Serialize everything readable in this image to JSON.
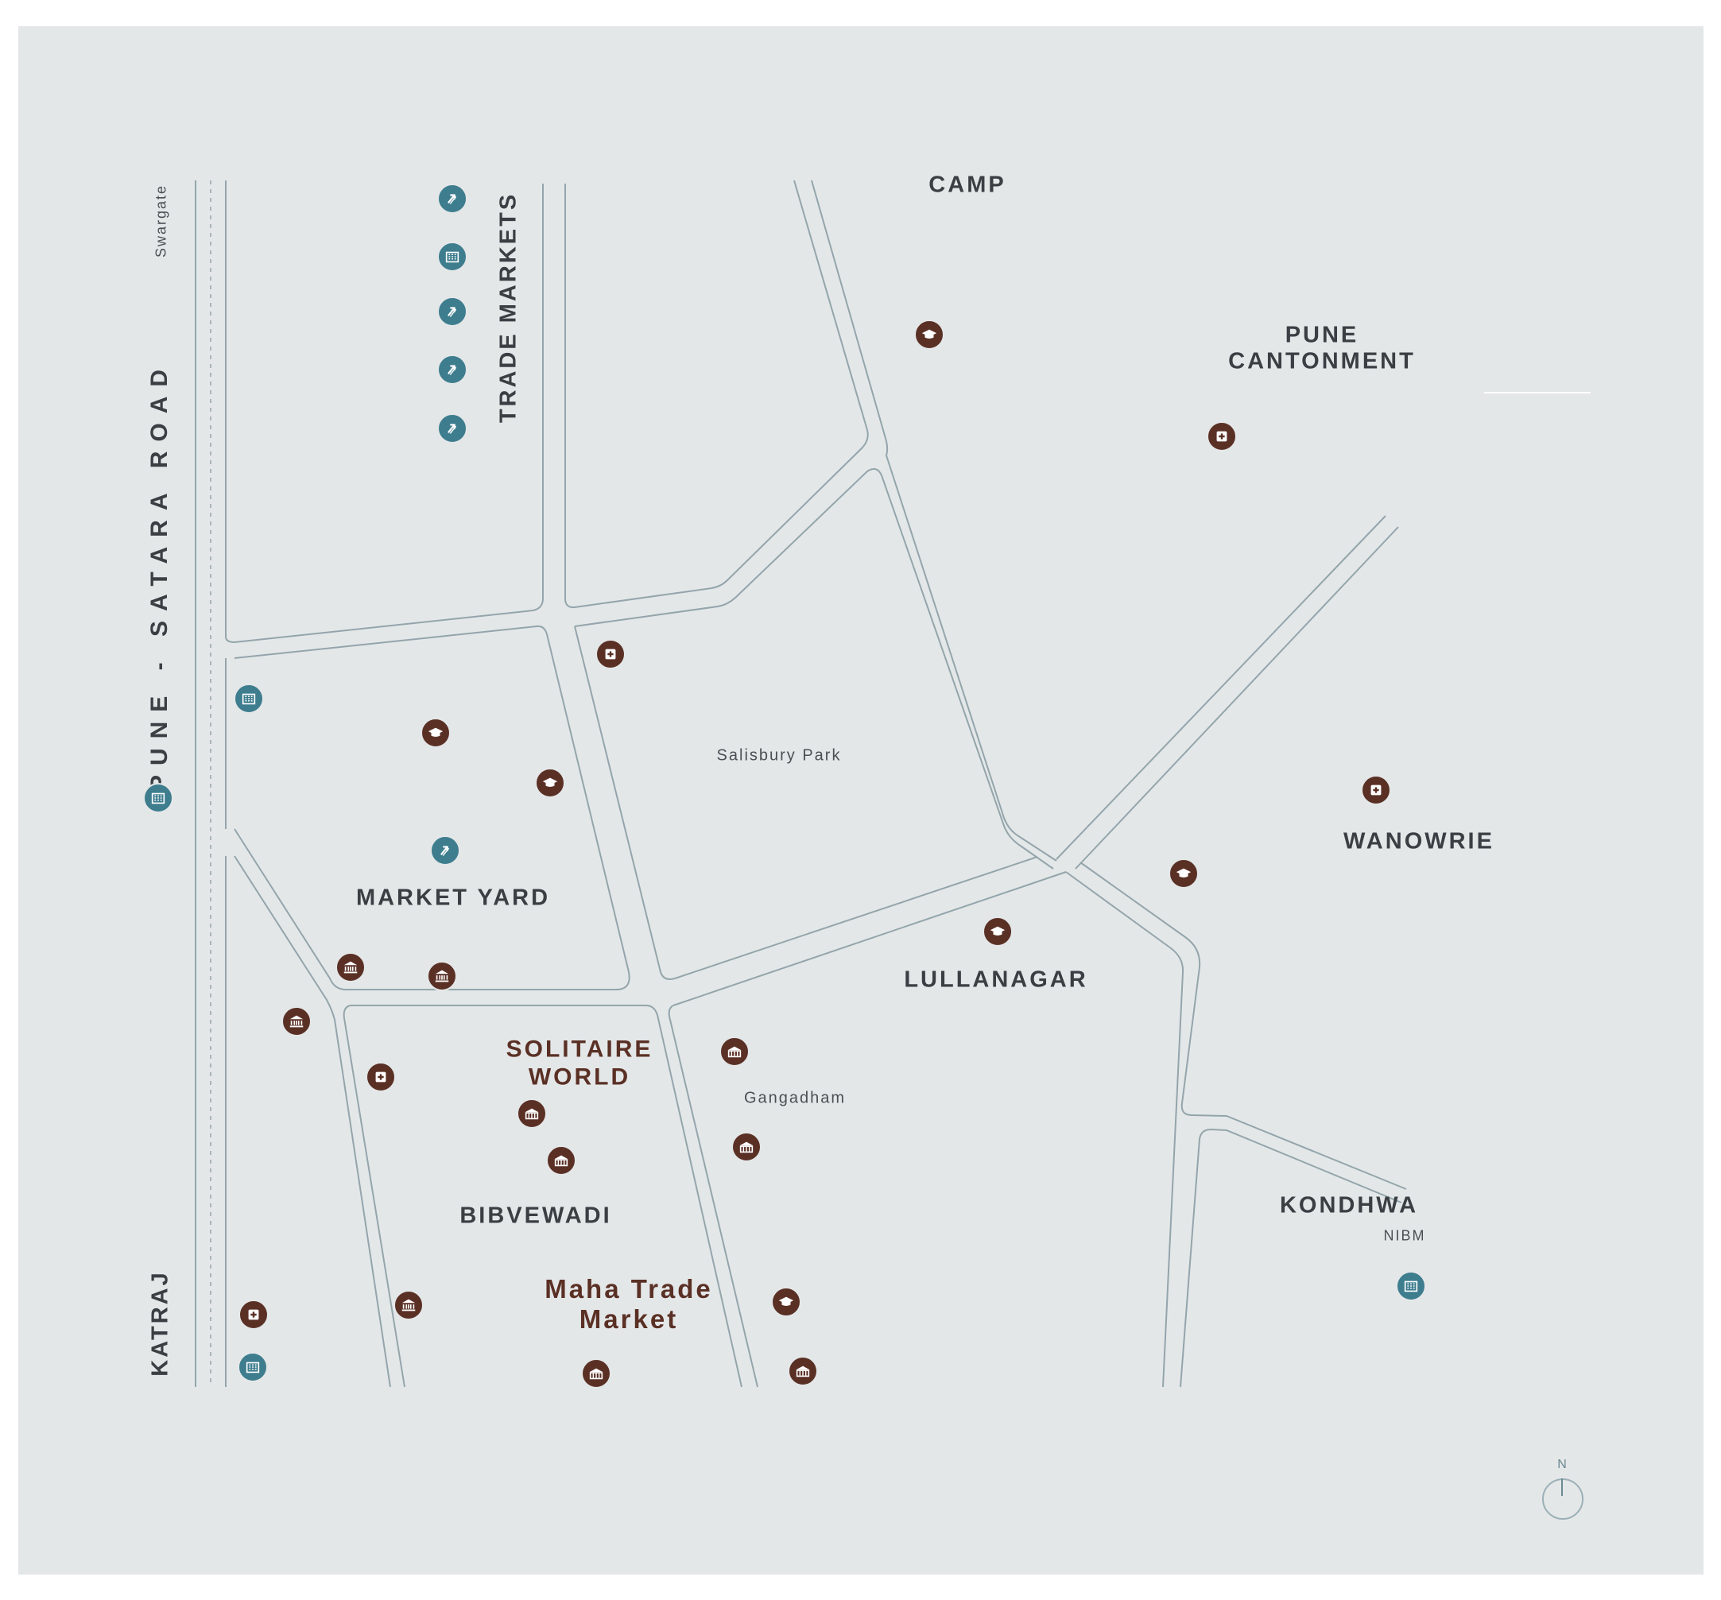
{
  "colors": {
    "background": "#e4e7e8",
    "road": "#93a5ab",
    "teal_marker": "#3d7d8e",
    "brown_marker": "#5a3025",
    "label": "#3a3f44",
    "highlight_label": "#5a3025"
  },
  "labels": {
    "camp": "CAMP",
    "pune_cantonment": "PUNE\nCANTONMENT",
    "wanowrie": "WANOWRIE",
    "lullanagar": "LULLANAGAR",
    "kondhwa": "KONDHWA",
    "nibm": "NIBM",
    "market_yard": "MARKET YARD",
    "salisbury_park": "Salisbury Park",
    "gangadham": "Gangadham",
    "solitaire_world": "SOLITAIRE\nWORLD",
    "bibvewadi": "BIBVEWADI",
    "maha_trade_market": "Maha Trade\nMarket",
    "trade_markets": "TRADE MARKETS",
    "pune_satara_road": "PUNE - SATARA ROAD",
    "swargate": "Swargate",
    "katraj": "KATRAJ",
    "compass_north": "N"
  },
  "markers": [
    {
      "icon": "business-icon",
      "tone": "teal"
    },
    {
      "icon": "office-building-icon",
      "tone": "teal"
    },
    {
      "icon": "business-icon",
      "tone": "teal"
    },
    {
      "icon": "business-icon",
      "tone": "teal"
    },
    {
      "icon": "business-icon",
      "tone": "teal"
    },
    {
      "icon": "education-icon",
      "tone": "brown"
    },
    {
      "icon": "hospital-icon",
      "tone": "brown"
    },
    {
      "icon": "hospital-icon",
      "tone": "brown"
    },
    {
      "icon": "office-building-icon",
      "tone": "teal"
    },
    {
      "icon": "education-icon",
      "tone": "brown"
    },
    {
      "icon": "education-icon",
      "tone": "brown"
    },
    {
      "icon": "office-building-icon",
      "tone": "teal"
    },
    {
      "icon": "business-icon",
      "tone": "teal"
    },
    {
      "icon": "hospital-icon",
      "tone": "brown"
    },
    {
      "icon": "education-icon",
      "tone": "brown"
    },
    {
      "icon": "education-icon",
      "tone": "brown"
    },
    {
      "icon": "bank-icon",
      "tone": "brown"
    },
    {
      "icon": "bank-icon",
      "tone": "brown"
    },
    {
      "icon": "bank-icon",
      "tone": "brown"
    },
    {
      "icon": "hospital-icon",
      "tone": "brown"
    },
    {
      "icon": "mall-icon",
      "tone": "brown"
    },
    {
      "icon": "mall-icon",
      "tone": "brown"
    },
    {
      "icon": "mall-icon",
      "tone": "brown"
    },
    {
      "icon": "mall-icon",
      "tone": "brown"
    },
    {
      "icon": "education-icon",
      "tone": "brown"
    },
    {
      "icon": "mall-icon",
      "tone": "brown"
    },
    {
      "icon": "mall-icon",
      "tone": "brown"
    },
    {
      "icon": "bank-icon",
      "tone": "brown"
    },
    {
      "icon": "hospital-icon",
      "tone": "brown"
    },
    {
      "icon": "office-building-icon",
      "tone": "teal"
    },
    {
      "icon": "office-building-icon",
      "tone": "teal"
    }
  ]
}
